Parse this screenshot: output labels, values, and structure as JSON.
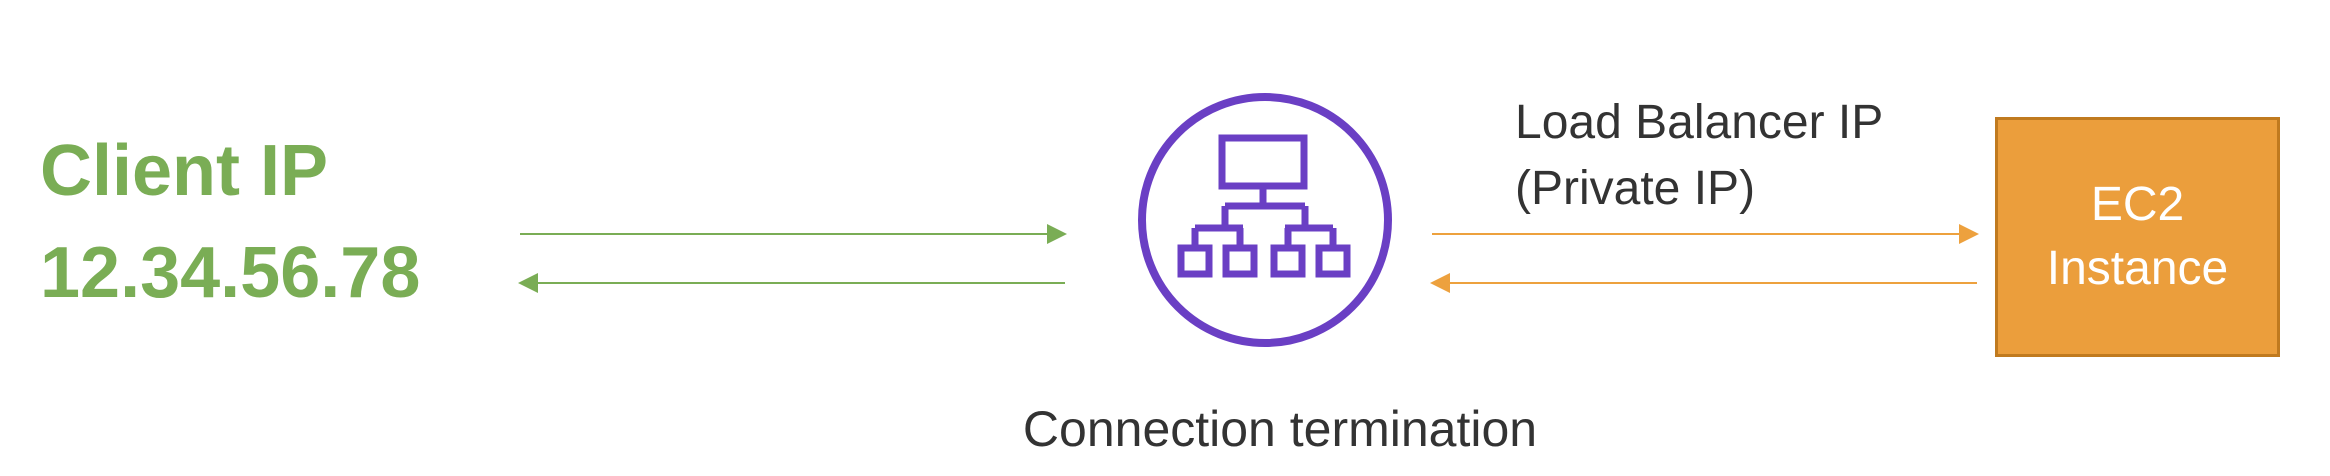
{
  "client": {
    "title": "Client IP",
    "ip": "12.34.56.78"
  },
  "load_balancer": {
    "caption": "Connection termination",
    "ip_line1": "Load Balancer IP",
    "ip_line2": "(Private IP)"
  },
  "ec2": {
    "line1": "EC2",
    "line2": "Instance"
  },
  "icons": {
    "load_balancer": "load-balancer-icon"
  },
  "colors": {
    "client_green": "#7aad55",
    "lb_purple": "#6a3fc4",
    "arrow_orange": "#eda13e",
    "ec2_orange": "#eb9e3c"
  }
}
